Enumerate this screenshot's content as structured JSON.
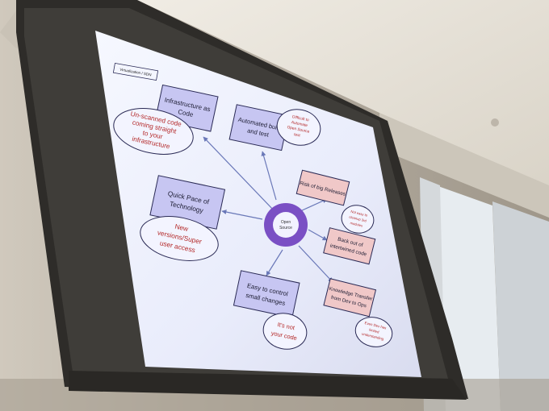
{
  "slide": {
    "corner_label": "Virtualization / SDN",
    "center": [
      "Open",
      "Source"
    ],
    "boxes": [
      {
        "id": "infrastructure-as-code",
        "lines": [
          "Infrastructure as",
          "Code"
        ],
        "fill": "#c7c6f2"
      },
      {
        "id": "automated-build-and-test",
        "lines": [
          "Automated build",
          "and test"
        ],
        "fill": "#c7c6f2"
      },
      {
        "id": "risk-of-big-releases",
        "lines": [
          "Risk of big Releases"
        ],
        "fill": "#f0c8c8"
      },
      {
        "id": "back-out-of-intertwined-code",
        "lines": [
          "Back out of",
          "intertwined code"
        ],
        "fill": "#f0c8c8"
      },
      {
        "id": "knowledge-transfer",
        "lines": [
          "Knowledge Transfer",
          "from Dev to Ops"
        ],
        "fill": "#f0c8c8"
      },
      {
        "id": "easy-to-control-small-changes",
        "lines": [
          "Easy to control",
          "small changes"
        ],
        "fill": "#c7c6f2"
      },
      {
        "id": "quick-pace-of-technology",
        "lines": [
          "Quick Pace of",
          "Technology"
        ],
        "fill": "#c7c6f2"
      }
    ],
    "bubbles": [
      {
        "id": "unscanned-code",
        "lines": [
          "Un-scanned code",
          "coming straight",
          "to your",
          "infrastructure"
        ]
      },
      {
        "id": "difficult-to-automate",
        "lines": [
          "Difficult to",
          "Automate",
          "Open Source",
          "test"
        ]
      },
      {
        "id": "not-easy-to-cleanup",
        "lines": [
          "Not easy to",
          "cleanup 3rd",
          "modules"
        ]
      },
      {
        "id": "even-dev-has-limited-understanding",
        "lines": [
          "Even Dev has",
          "limited",
          "understanding"
        ]
      },
      {
        "id": "its-not-your-code",
        "lines": [
          "It's not",
          "your code"
        ]
      },
      {
        "id": "new-versions-super-user-access",
        "lines": [
          "New",
          "versions/Super",
          "user access"
        ]
      }
    ]
  },
  "colors": {
    "wall": "#b9b3a8",
    "ceiling": "#e4e0d8",
    "screen_frame": "#3c3a36",
    "slide_bg": "#ecefff",
    "box_stroke": "#2a2a55",
    "bubble_text": "#b42a2a",
    "ring": "#7a4fc4"
  }
}
